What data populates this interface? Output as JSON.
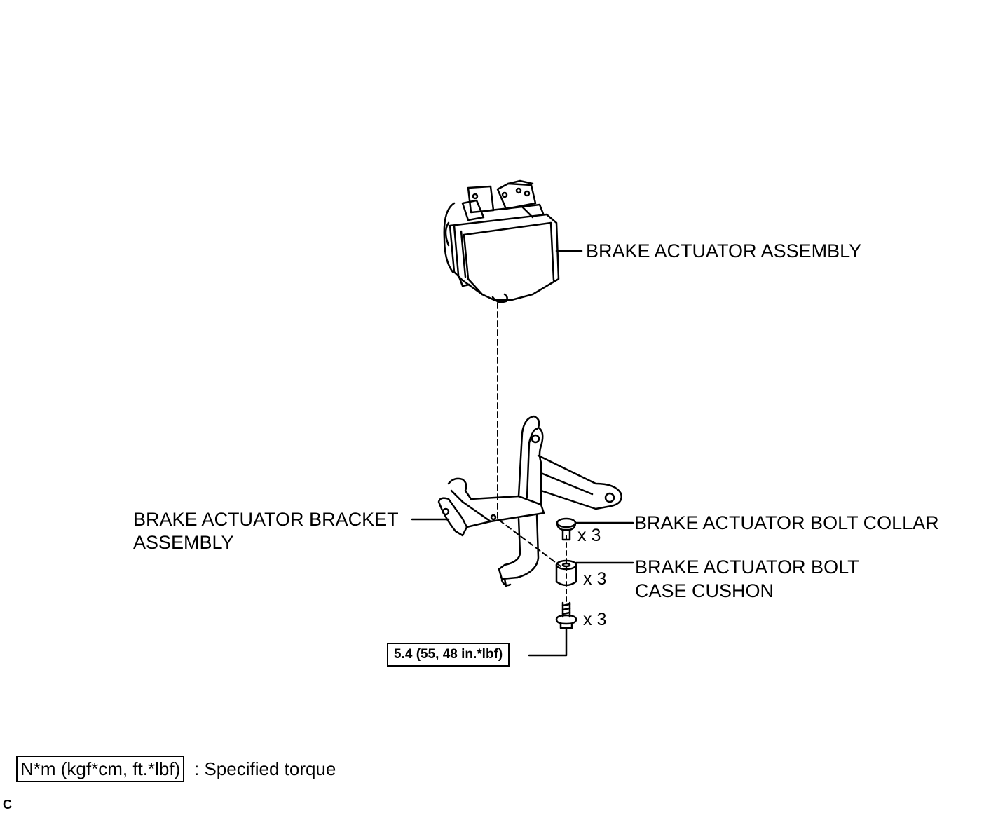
{
  "labels": {
    "actuator": "BRAKE ACTUATOR ASSEMBLY",
    "bracket_line1": "BRAKE ACTUATOR BRACKET",
    "bracket_line2": "ASSEMBLY",
    "collar": "BRAKE ACTUATOR BOLT COLLAR",
    "cushion_line1": "BRAKE ACTUATOR BOLT",
    "cushion_line2": "CASE CUSHON"
  },
  "quantities": {
    "collar": "x 3",
    "cushion": "x 3",
    "bolt": "x 3"
  },
  "torque": "5.4 (55, 48 in.*lbf)",
  "legend": {
    "box": "N*m (kgf*cm, ft.*lbf)",
    "text": ": Specified torque"
  },
  "figure_code": "C"
}
